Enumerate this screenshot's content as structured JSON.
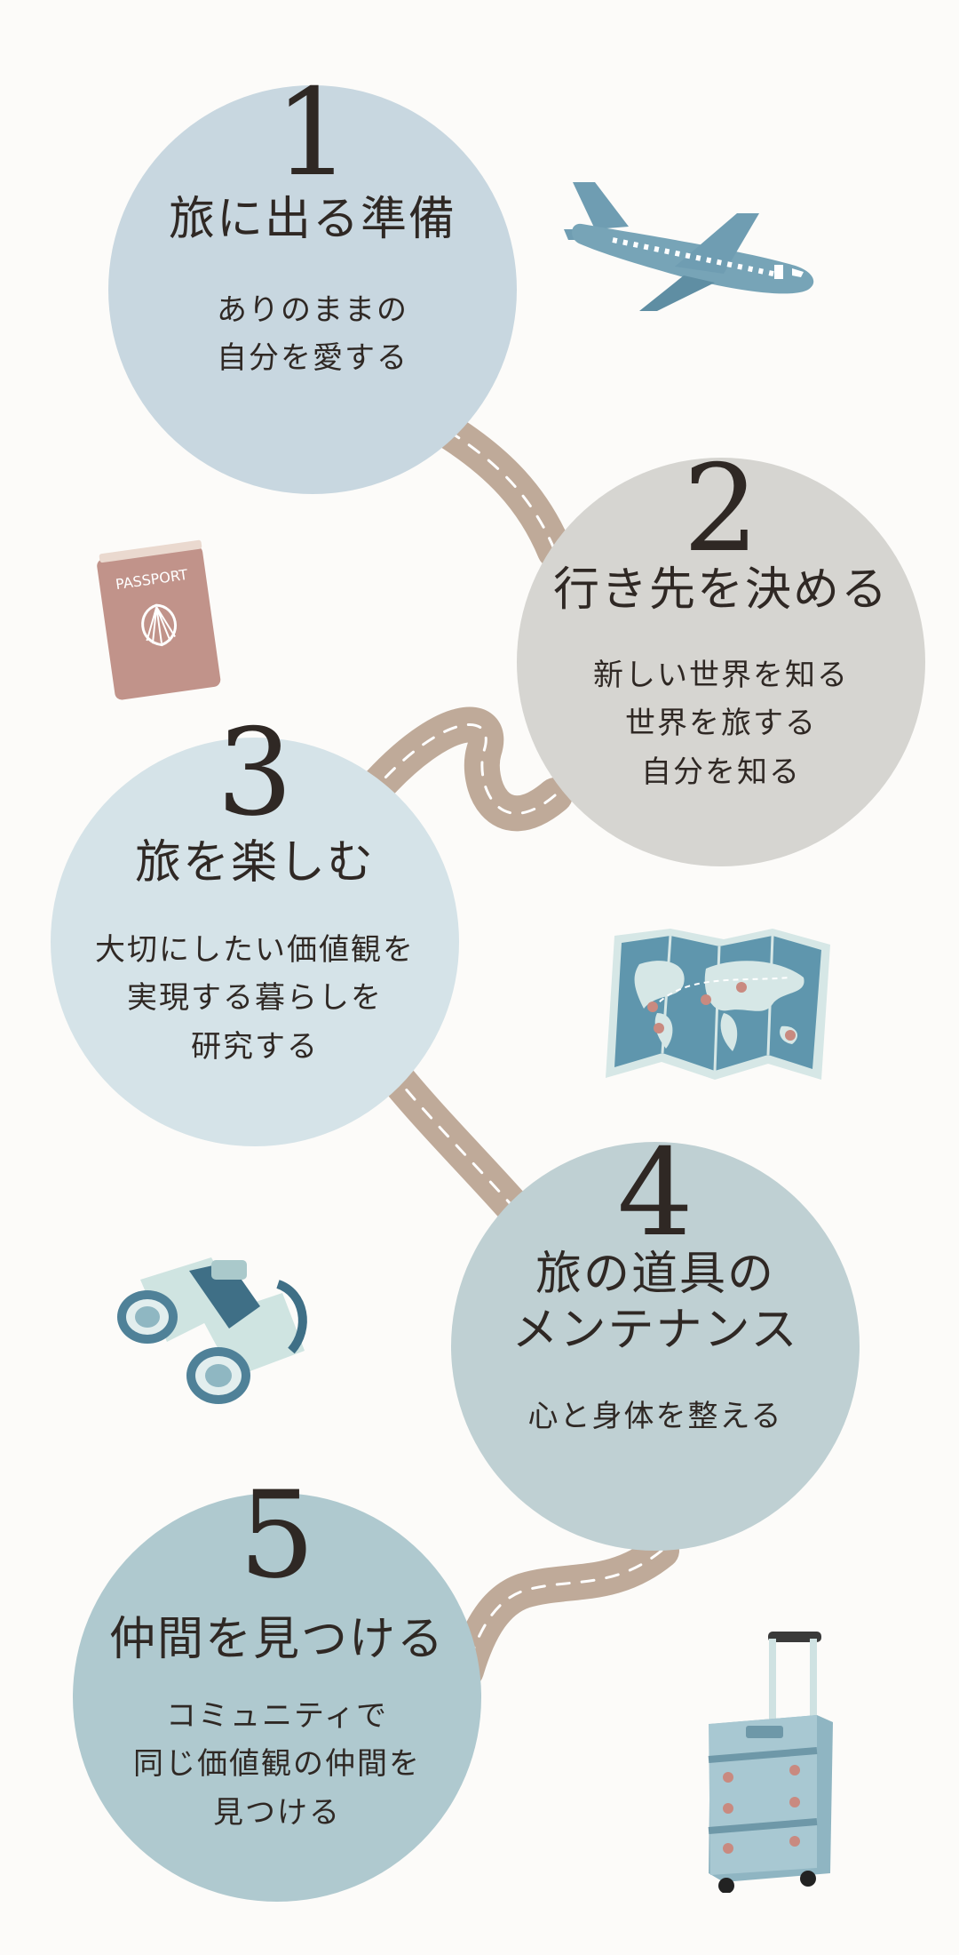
{
  "steps": [
    {
      "number": "1",
      "title": [
        "旅に出る準備"
      ],
      "lines": [
        "ありのままの",
        "自分を愛する"
      ],
      "color": "#c8d7e0"
    },
    {
      "number": "2",
      "title": [
        "行き先を決める"
      ],
      "lines": [
        "新しい世界を知る",
        "世界を旅する",
        "自分を知る"
      ],
      "color": "#d6d5d1"
    },
    {
      "number": "3",
      "title": [
        "旅を楽しむ"
      ],
      "lines": [
        "大切にしたい価値観を",
        "実現する暮らしを",
        "研究する"
      ],
      "color": "#d5e3e8"
    },
    {
      "number": "4",
      "title": [
        "旅の道具の",
        "メンテナンス"
      ],
      "lines": [
        "心と身体を整える"
      ],
      "color": "#bfd0d3"
    },
    {
      "number": "5",
      "title": [
        "仲間を見つける"
      ],
      "lines": [
        "コミュニティで",
        "同じ価値観の仲間を",
        "見つける"
      ],
      "color": "#afc9cf"
    }
  ],
  "passport": {
    "label": "PASSPORT"
  },
  "colors": {
    "road": "#bfaa99",
    "road_mark": "#ffffff",
    "text": "#2f2824"
  },
  "icons": [
    "airplane-icon",
    "passport-icon",
    "world-map-icon",
    "binoculars-icon",
    "suitcase-icon"
  ]
}
